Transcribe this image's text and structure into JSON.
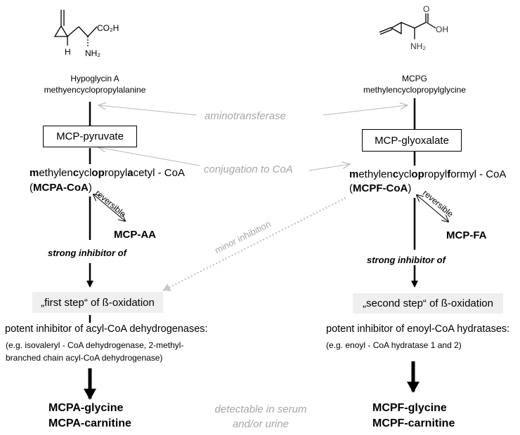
{
  "left": {
    "struct": {
      "co2h": "CO₂H",
      "h": "H",
      "nh2": "NH₂"
    },
    "name": "Hypoglycin A",
    "subname": "methyencyclopropylalanine",
    "box": "MCP-pyruvate",
    "coa_line": [
      {
        "t": "m",
        "b": true
      },
      {
        "t": "ethylen",
        "b": false
      },
      {
        "t": "c",
        "b": true
      },
      {
        "t": "ycl",
        "b": false
      },
      {
        "t": "op",
        "b": true
      },
      {
        "t": "ropyl",
        "b": false
      },
      {
        "t": "a",
        "b": true
      },
      {
        "t": "cetyl - CoA",
        "b": false
      }
    ],
    "coa_abbr": "MCPA-CoA",
    "reversible": "reversible",
    "side_product": "MCP-AA",
    "strong": "strong inhibitor of",
    "step": "„first step“ of ß-oxidation",
    "potent": "potent inhibitor of acyl-CoA dehydrogenases:",
    "eg1": "(e.g. isovaleryl - CoA dehydrogenase, 2-methyl-",
    "eg2": "branched chain acyl-CoA dehydrogenase)",
    "final1": "MCPA-glycine",
    "final2": "MCPA-carnitine"
  },
  "right": {
    "struct": {
      "oh": "OH",
      "o": "O",
      "nh2": "NH₂"
    },
    "name": "MCPG",
    "subname": "methylencyclopropylglycine",
    "box": "MCP-glyoxalate",
    "coa_line": [
      {
        "t": "m",
        "b": true
      },
      {
        "t": "ethylen",
        "b": false
      },
      {
        "t": "c",
        "b": true
      },
      {
        "t": "ycl",
        "b": false
      },
      {
        "t": "op",
        "b": true
      },
      {
        "t": "ropyl",
        "b": false
      },
      {
        "t": "f",
        "b": true
      },
      {
        "t": "ormyl - CoA",
        "b": false
      }
    ],
    "coa_abbr": "MCPF-CoA",
    "reversible": "reversible",
    "side_product": "MCP-FA",
    "strong": "strong inhibitor of",
    "step": "„second step“ of ß-oxidation",
    "potent": "potent inhibitor of enoyl-CoA hydratases:",
    "eg1": "(e.g. enoyl - CoA hydratase 1 and 2)",
    "final1": "MCPF-glycine",
    "final2": "MCPF-carnitine"
  },
  "middle": {
    "aminotransferase": "aminotransferase",
    "conjugation": "conjugation to CoA",
    "minor": "minor inhibition",
    "detect1": "detectable in serum",
    "detect2": "and/or urine"
  },
  "colors": {
    "grey_text": "#a6a6a6",
    "grey_arrow": "#c8c8c8",
    "box_fill": "#efefef"
  }
}
